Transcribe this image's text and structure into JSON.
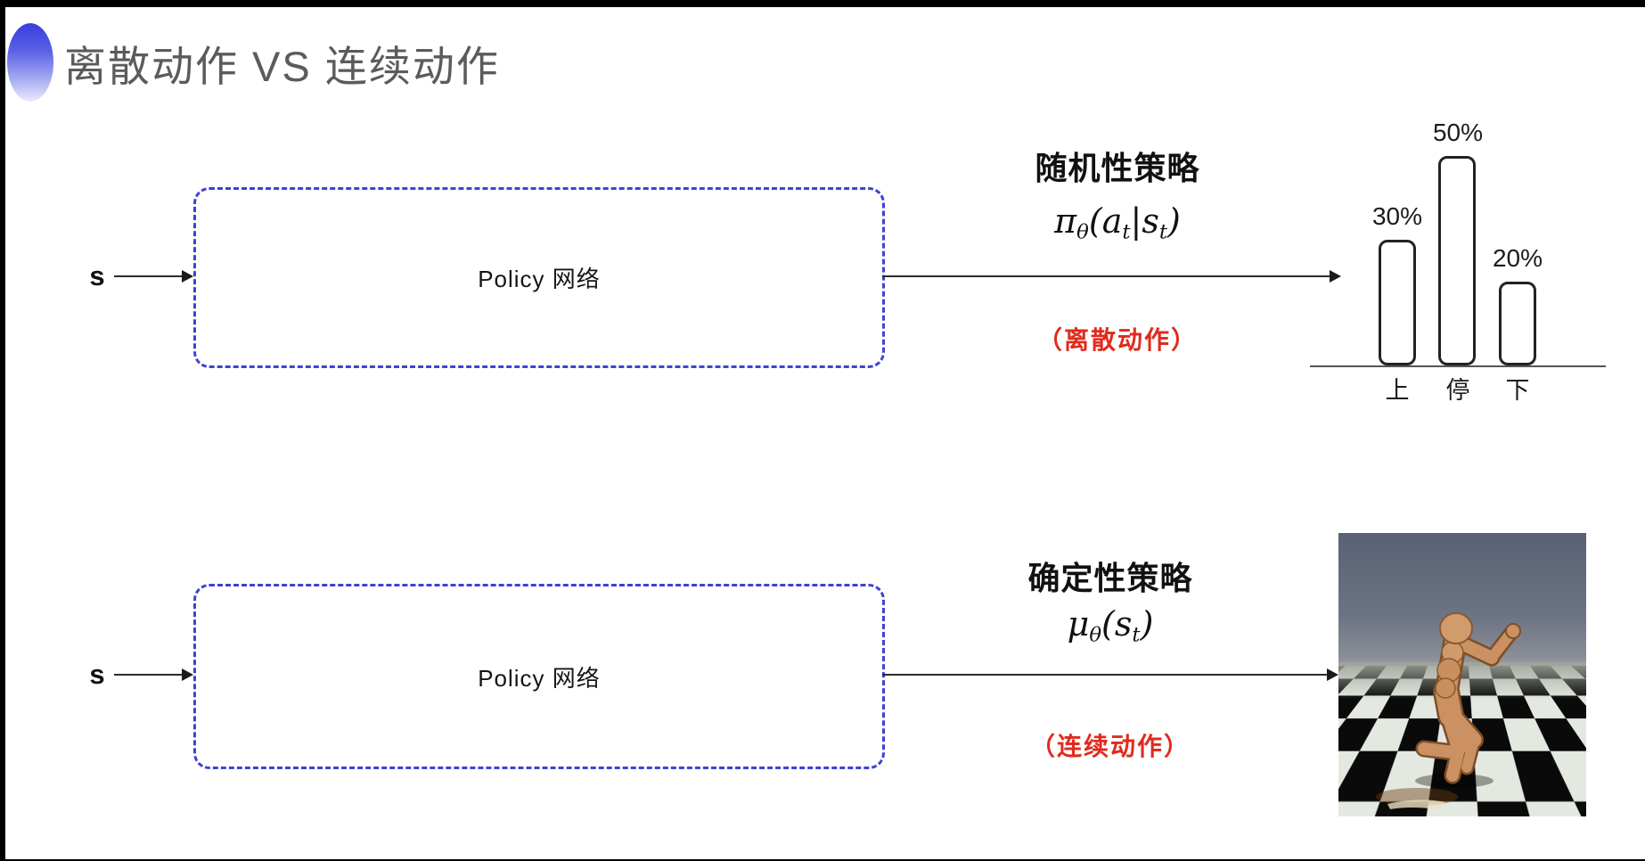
{
  "title": "离散动作 VS 连续动作",
  "colors": {
    "accent_blue": "#3e42d4",
    "note_red": "#e02b1e",
    "title_gray": "#5b5b5b"
  },
  "rows": [
    {
      "input_label": "s",
      "box_label": "Policy 网络",
      "policy_title": "随机性策略",
      "formula": [
        {
          "t": "π"
        },
        {
          "t": "θ",
          "sub": true
        },
        {
          "t": "("
        },
        {
          "t": "a"
        },
        {
          "t": "t",
          "sub": true
        },
        {
          "t": "|"
        },
        {
          "t": "s"
        },
        {
          "t": "t",
          "sub": true
        },
        {
          "t": ")"
        }
      ],
      "action_note": "（离散动作）"
    },
    {
      "input_label": "s",
      "box_label": "Policy 网络",
      "policy_title": "确定性策略",
      "formula": [
        {
          "t": "μ"
        },
        {
          "t": "θ",
          "sub": true
        },
        {
          "t": "("
        },
        {
          "t": "s"
        },
        {
          "t": "t",
          "sub": true
        },
        {
          "t": ")"
        }
      ],
      "action_note": "（连续动作）"
    }
  ],
  "chart_data": {
    "type": "bar",
    "categories": [
      "上",
      "停",
      "下"
    ],
    "values": [
      30,
      50,
      20
    ],
    "bar_labels": [
      "30%",
      "50%",
      "20%"
    ],
    "title": "",
    "xlabel": "",
    "ylabel": "",
    "ylim": [
      0,
      55
    ],
    "grid": false,
    "legend": "none"
  },
  "robot_image_alt": "humanoid robot running on checkerboard floor"
}
